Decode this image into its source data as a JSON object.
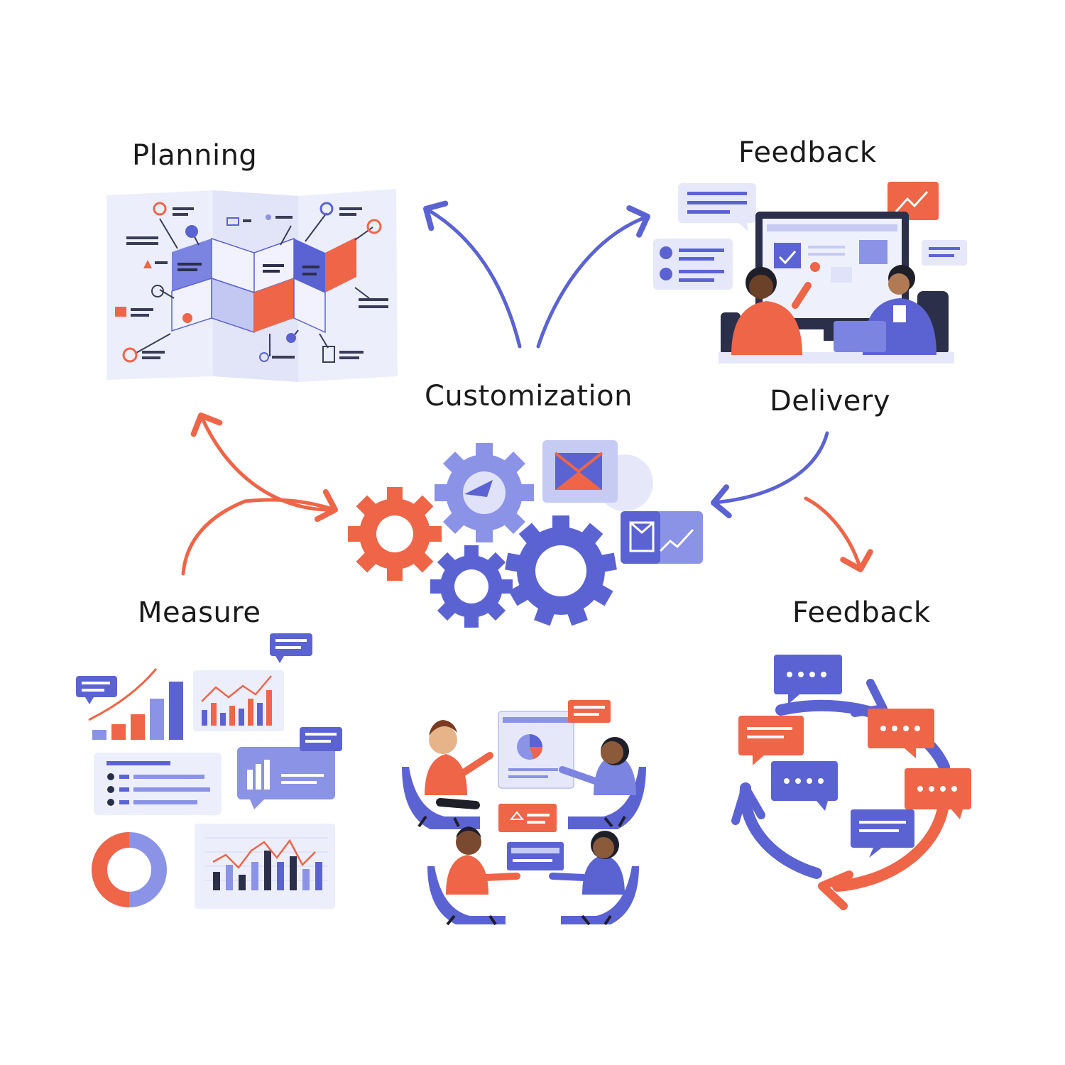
{
  "diagram": {
    "labels": {
      "planning": "Planning",
      "feedback_top": "Feedback",
      "customization": "Customization",
      "delivery": "Delivery",
      "measure": "Measure",
      "feedback_bottom": "Feedback"
    },
    "colors": {
      "primary": "#5b63d3",
      "secondary": "#ee6548",
      "light": "#e6e8fa",
      "mid": "#8b93e6",
      "dark": "#2c2f4a"
    }
  }
}
